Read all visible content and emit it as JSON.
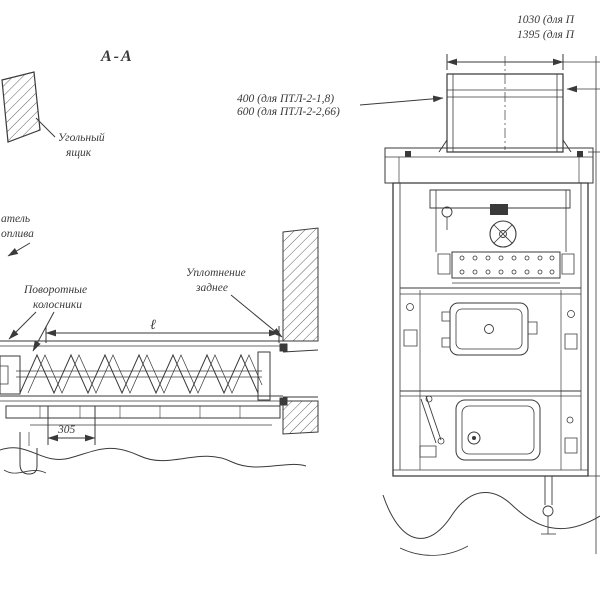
{
  "colors": {
    "ink": "#3a3a3a",
    "paper": "#ffffff"
  },
  "left_view": {
    "section_label": "А-А",
    "coal_box_label": {
      "line1": "Угольный",
      "line2": "ящик"
    },
    "feeder_label": {
      "line1": "атель",
      "line2": "оплива"
    },
    "grates_label": {
      "line1": "Поворотные",
      "line2": "колосники"
    },
    "seal_label": {
      "line1": "Уплотнение",
      "line2": "заднее"
    },
    "dim_length": "ℓ",
    "dim_305": "305"
  },
  "right_view": {
    "dim_1030": "1030 (для П",
    "dim_1395": "1395 (для П",
    "dim_400": "400 (для ПТЛ-2-1,8)",
    "dim_600": "600 (для ПТЛ-2-2,66)"
  }
}
